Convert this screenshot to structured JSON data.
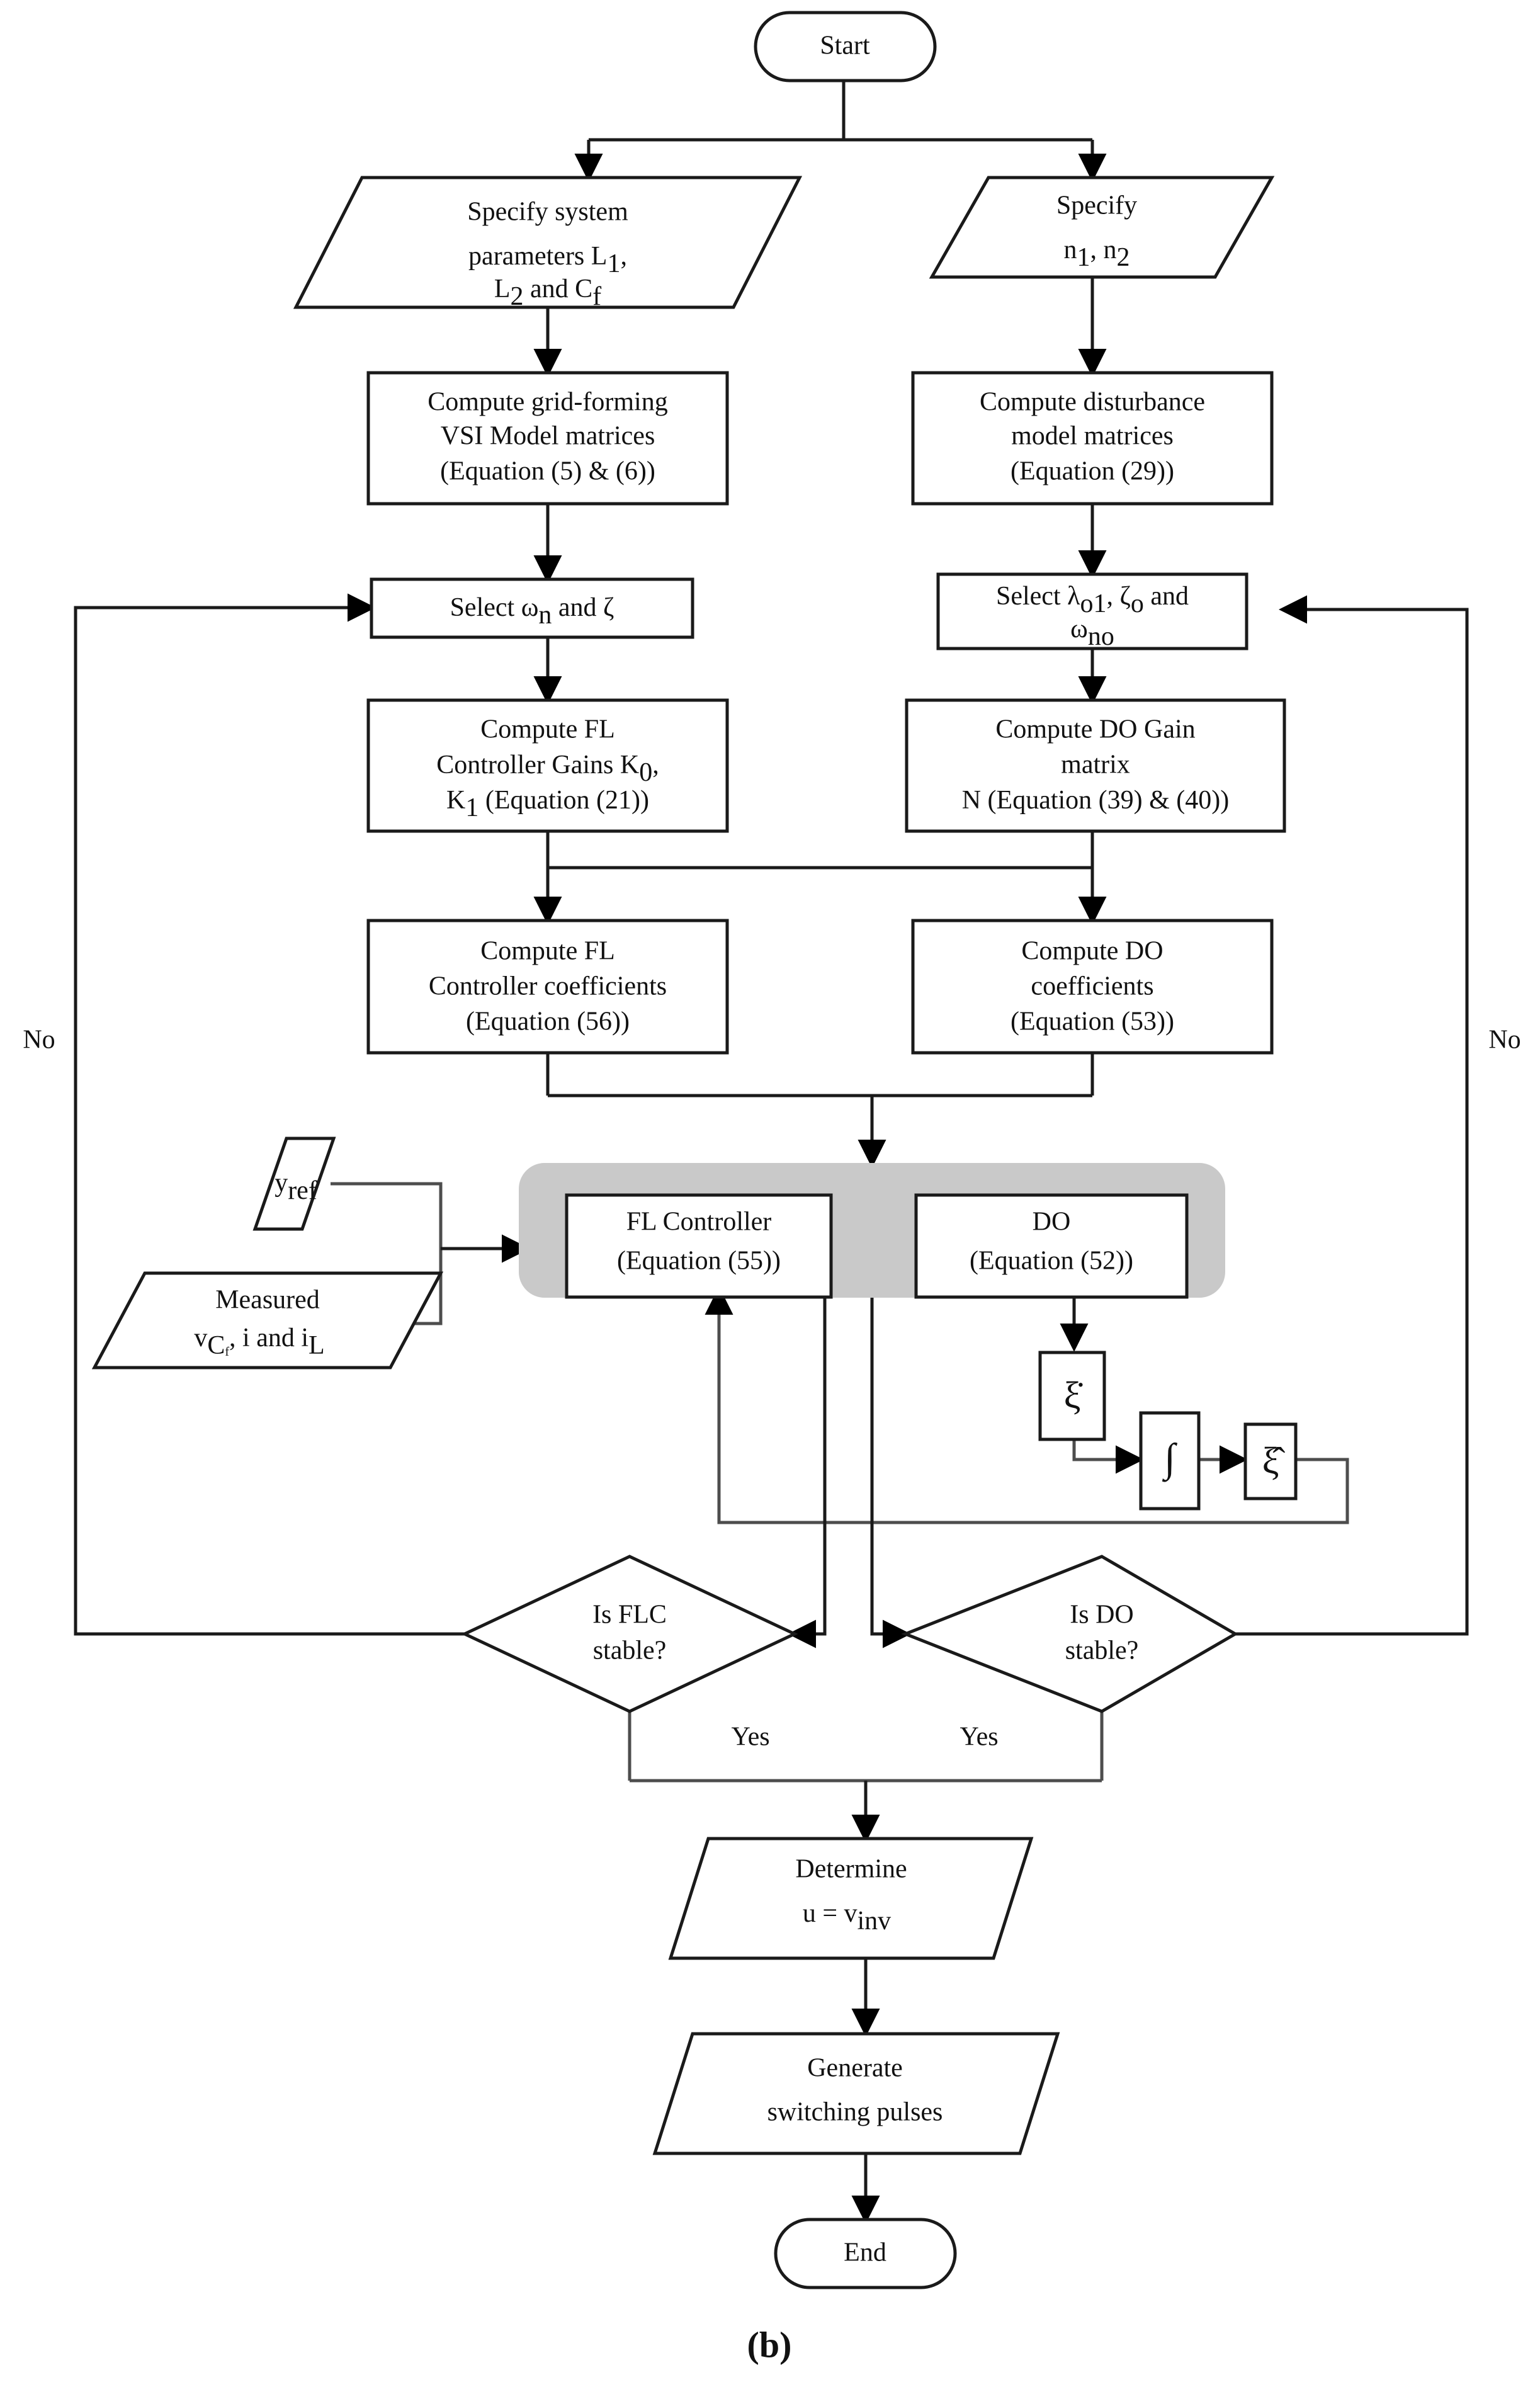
{
  "figure": {
    "caption": "(b)",
    "type": "flowchart",
    "palette": {
      "background": "#ffffff",
      "shape_fill": "#ffffff",
      "shape_stroke": "#1a1a1a",
      "group_fill": "#c9c9c9",
      "connector": "#4d4d4d",
      "text": "#111111"
    }
  },
  "nodes": {
    "start": {
      "label": "Start",
      "shape": "terminator"
    },
    "end": {
      "label": "End",
      "shape": "terminator"
    },
    "specify_system": {
      "shape": "parallelogram",
      "line1": "Specify system",
      "line2_pre": "parameters ",
      "line2_var": "L",
      "line2_sub": "1",
      "line2_post": ",",
      "line3_var1": "L",
      "line3_sub1": "2",
      "line3_mid": " and ",
      "line3_var2": "C",
      "line3_sub2": "f"
    },
    "specify_n": {
      "shape": "parallelogram",
      "line1": "Specify",
      "line2_var1": "n",
      "line2_sub1": "1",
      "line2_sep": ", ",
      "line2_var2": "n",
      "line2_sub2": "2"
    },
    "compute_vsi": {
      "shape": "process",
      "line1": "Compute grid-forming",
      "line2": "VSI Model matrices",
      "line3": "(Equation (5) & (6))"
    },
    "compute_disturbance": {
      "shape": "process",
      "line1": "Compute disturbance",
      "line2": "model matrices",
      "line3": "(Equation (29))"
    },
    "select_wn": {
      "shape": "process",
      "pre": "Select ",
      "var1": "ω",
      "sub1": "n",
      "mid": " and ",
      "var2": "ζ"
    },
    "select_lambda": {
      "shape": "process",
      "line1_pre": "Select ",
      "line1_var1": "λ",
      "line1_sub1": "o1",
      "line1_sep": ", ",
      "line1_var2": "ζ",
      "line1_sub2": "o",
      "line1_post": " and",
      "line2_var": "ω",
      "line2_sub": "no"
    },
    "compute_fl_gains": {
      "shape": "process",
      "line1": "Compute FL",
      "line2_pre": "Controller Gains ",
      "line2_var": "K",
      "line2_sub": "0",
      "line2_post": ",",
      "line3_var": "K",
      "line3_sub": "1",
      "line3_post": " (Equation (21))"
    },
    "compute_do_gain": {
      "shape": "process",
      "line1": "Compute DO Gain",
      "line2": "matrix",
      "line3_var": "N",
      "line3_post": " (Equation (39) & (40))"
    },
    "compute_fl_coeff": {
      "shape": "process",
      "line1": "Compute FL",
      "line2": "Controller coefficients",
      "line3": "(Equation (56))"
    },
    "compute_do_coeff": {
      "shape": "process",
      "line1": "Compute DO",
      "line2": "coefficients",
      "line3": "(Equation (53))"
    },
    "y_ref": {
      "shape": "parallelogram",
      "var": "y",
      "sub": "ref"
    },
    "measured": {
      "shape": "parallelogram",
      "line1": "Measured",
      "line2_var1": "v",
      "line2_sub1": "C",
      "line2_subsub1": "f",
      "line2_sep": ", ",
      "line2_var2": "i",
      "line2_mid": " and ",
      "line2_var3": "i",
      "line2_sub3": "L"
    },
    "fl_controller": {
      "shape": "process",
      "line1": "FL Controller",
      "line2": "(Equation (55))"
    },
    "do_block": {
      "shape": "process",
      "line1": "DO",
      "line2": "(Equation (52))"
    },
    "xi_dot": {
      "shape": "process",
      "label": "ξ̇"
    },
    "integrator": {
      "shape": "process",
      "label": "∫"
    },
    "xi_hat": {
      "shape": "process",
      "label": "ξ̂"
    },
    "is_flc_stable": {
      "shape": "decision",
      "line1": "Is FLC",
      "line2": "stable?"
    },
    "is_do_stable": {
      "shape": "decision",
      "line1": "Is DO",
      "line2": "stable?"
    },
    "determine_u": {
      "shape": "parallelogram",
      "line1": "Determine",
      "line2_pre": "u",
      "line2_eq": " = ",
      "line2_var": " v",
      "line2_sub": "inv"
    },
    "generate_pulses": {
      "shape": "parallelogram",
      "line1": "Generate",
      "line2": "switching pulses"
    }
  },
  "edge_labels": {
    "no_left": "No",
    "no_right": "No",
    "yes_left": "Yes",
    "yes_right": "Yes"
  }
}
